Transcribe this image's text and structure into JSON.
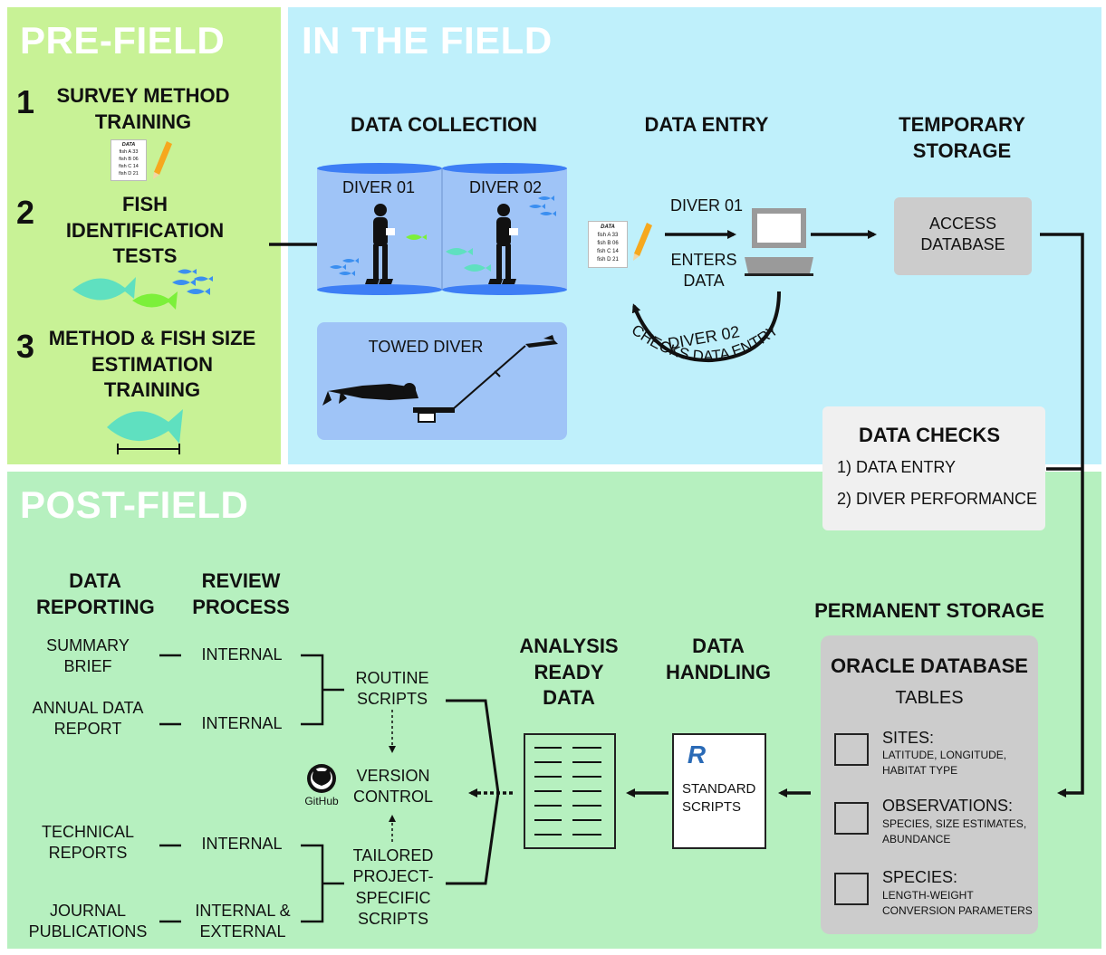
{
  "sections": {
    "pre_field": "PRE-FIELD",
    "in_field": "IN THE FIELD",
    "post_field": "POST-FIELD"
  },
  "pre_field": {
    "steps": [
      {
        "num": "1",
        "label": "SURVEY METHOD TRAINING"
      },
      {
        "num": "2",
        "label": "FISH IDENTIFICATION TESTS"
      },
      {
        "num": "3",
        "label": "METHOD & FISH SIZE ESTIMATION TRAINING"
      }
    ],
    "datasheet": {
      "title": "DATA",
      "rows": [
        "fish A 33",
        "fish B 06",
        "fish C 14",
        "fish D 21"
      ]
    }
  },
  "in_field": {
    "data_collection": "DATA COLLECTION",
    "diver_01": "DIVER 01",
    "diver_02": "DIVER 02",
    "towed_diver": "TOWED DIVER",
    "data_entry": "DATA ENTRY",
    "entry_diver": "DIVER 01",
    "enters_data": "ENTERS DATA",
    "check_diver": "DIVER 02",
    "checks_data_entry": "CHECKS DATA ENTRY",
    "temporary_storage": "TEMPORARY STORAGE",
    "access_database": "ACCESS DATABASE",
    "datasheet": {
      "title": "DATA",
      "rows": [
        "fish A 33",
        "fish B 06",
        "fish C 14",
        "fish D 21"
      ]
    }
  },
  "data_checks": {
    "title": "DATA CHECKS",
    "items": [
      "1) DATA ENTRY",
      "2) DIVER PERFORMANCE"
    ]
  },
  "post_field": {
    "permanent_storage": "PERMANENT STORAGE",
    "oracle_database": "ORACLE DATABASE",
    "tables": "TABLES",
    "table_items": [
      {
        "name": "SITES:",
        "detail": "LATITUDE, LONGITUDE, HABITAT TYPE"
      },
      {
        "name": "OBSERVATIONS:",
        "detail": "SPECIES, SIZE ESTIMATES, ABUNDANCE"
      },
      {
        "name": "SPECIES:",
        "detail": "LENGTH-WEIGHT CONVERSION PARAMETERS"
      }
    ],
    "data_handling": "DATA HANDLING",
    "standard_scripts": "STANDARD SCRIPTS",
    "analysis_ready_data": "ANALYSIS READY DATA",
    "routine_scripts": "ROUTINE SCRIPTS",
    "version_control": "VERSION CONTROL",
    "github": "GitHub",
    "tailored_scripts": "TAILORED PROJECT-SPECIFIC SCRIPTS",
    "data_reporting": "DATA REPORTING",
    "review_process": "REVIEW PROCESS",
    "reports": [
      {
        "name": "SUMMARY BRIEF",
        "review": "INTERNAL"
      },
      {
        "name": "ANNUAL DATA REPORT",
        "review": "INTERNAL"
      },
      {
        "name": "TECHNICAL REPORTS",
        "review": "INTERNAL"
      },
      {
        "name": "JOURNAL PUBLICATIONS",
        "review": "INTERNAL & EXTERNAL"
      }
    ]
  },
  "colors": {
    "pre_field_bg": "#c8f296",
    "in_field_bg": "#bff0fb",
    "post_field_bg": "#b6f0bf",
    "water": "#9fc4f7",
    "fish_teal": "#5fe0c0",
    "fish_green": "#7cf03a",
    "fish_blue": "#3b8ff0"
  }
}
